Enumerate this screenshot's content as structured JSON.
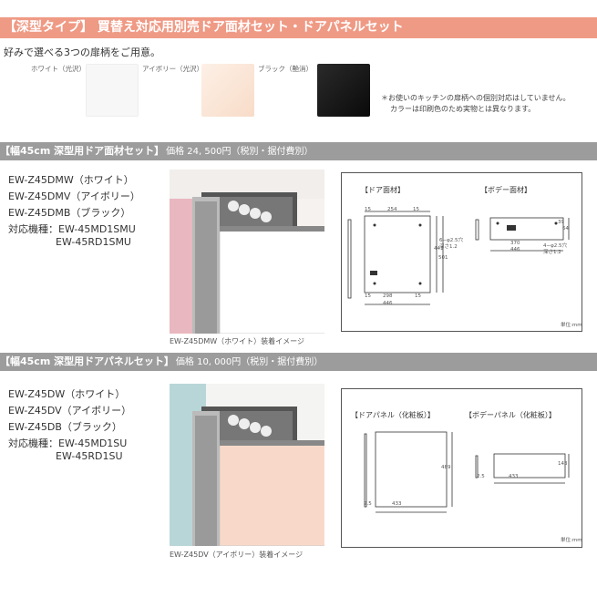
{
  "header": {
    "title": "【深型タイプ】 買替え対応用別売ドア面材セット・ドアパネルセット"
  },
  "intro": {
    "text": "好みで選べる3つの扉柄をご用意。"
  },
  "swatches": [
    {
      "label": "ホワイト（光沢）",
      "color": "#f7f7f7"
    },
    {
      "label": "アイボリー（光沢）",
      "color": "#fbe3d2"
    },
    {
      "label": "ブラック（艶消）",
      "color": "#161616"
    }
  ],
  "note": {
    "line1": "＊お使いのキッチンの扉柄への個別対応はしていません。",
    "line2": "カラーは印刷色のため実物とは異なります。"
  },
  "section1": {
    "title": "【幅45cm 深型用ドア面材セット】",
    "price": "価格 24, 500円（税別・据付費別）",
    "models": [
      "EW-Z45DMW（ホワイト）",
      "EW-Z45DMV（アイボリー）",
      "EW-Z45DMB（ブラック）"
    ],
    "compat_label": "対応機種：",
    "compat": [
      "EW-45MD1SMU",
      "EW-45RD1SMU"
    ],
    "caption": "EW-Z45DMW（ホワイト）装着イメージ",
    "diagram": {
      "title_left": "【ドア面材】",
      "title_right": "【ボデー面材】",
      "dims": {
        "d15a": "15",
        "d254": "254",
        "d15b": "15",
        "d441": "441",
        "d501": "501",
        "d298": "298",
        "d446": "446",
        "d15c": "15",
        "d15d": "15",
        "hole_a": "6−φ2.5穴",
        "depth_a": "深さ1.2",
        "d370": "370",
        "d446b": "446",
        "d39": "39",
        "d64": "64",
        "hole_b": "4−φ2.5穴",
        "depth_b": "深さ1.2"
      },
      "unit": "単位:mm"
    }
  },
  "section2": {
    "title": "【幅45cm 深型用ドアパネルセット】",
    "price": "価格 10, 000円（税別・据付費別）",
    "models": [
      "EW-Z45DW（ホワイト）",
      "EW-Z45DV（アイボリー）",
      "EW-Z45DB（ブラック）"
    ],
    "compat_label": "対応機種：",
    "compat": [
      "EW-45MD1SU",
      "EW-45RD1SU"
    ],
    "caption": "EW-Z45DV（アイボリー）装着イメージ",
    "diagram": {
      "title_left": "【ドアパネル（化粧板）】",
      "title_right": "【ボデーパネル（化粧板）】",
      "dims": {
        "d489": "489",
        "d433": "433",
        "d2_5": "2.5",
        "d143": "143",
        "d433b": "433",
        "d2_5b": "2.5"
      },
      "unit": "単位:mm"
    }
  }
}
